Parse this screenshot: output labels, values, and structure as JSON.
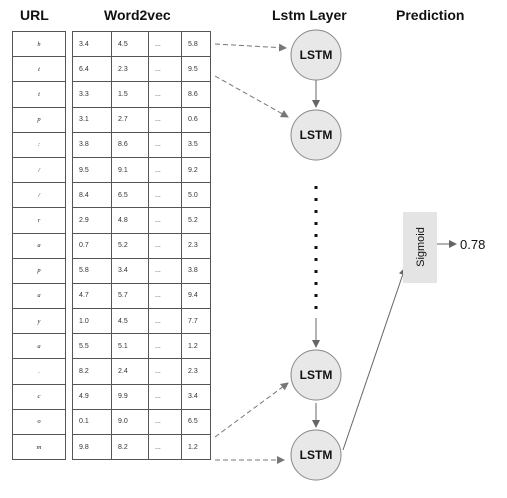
{
  "headers": {
    "url": "URL",
    "word2vec": "Word2vec",
    "lstm": "Lstm Layer",
    "prediction": "Prediction"
  },
  "url_chars": [
    "h",
    "t",
    "t",
    "p",
    ":",
    "/",
    "/",
    "r",
    "a",
    "p",
    "a",
    "y",
    "a",
    ".",
    "c",
    "o",
    "m"
  ],
  "vectors": [
    [
      "3.4",
      "4.5",
      "...",
      "5.8"
    ],
    [
      "6.4",
      "2.3",
      "...",
      "9.5"
    ],
    [
      "3.3",
      "1.5",
      "...",
      "8.6"
    ],
    [
      "3.1",
      "2.7",
      "...",
      "0.6"
    ],
    [
      "3.8",
      "8.6",
      "...",
      "3.5"
    ],
    [
      "9.5",
      "9.1",
      "...",
      "9.2"
    ],
    [
      "8.4",
      "6.5",
      "...",
      "5.0"
    ],
    [
      "2.9",
      "4.8",
      "...",
      "5.2"
    ],
    [
      "0.7",
      "5.2",
      "...",
      "2.3"
    ],
    [
      "5.8",
      "3.4",
      "...",
      "3.8"
    ],
    [
      "4.7",
      "5.7",
      "...",
      "9.4"
    ],
    [
      "1.0",
      "4.5",
      "...",
      "7.7"
    ],
    [
      "5.5",
      "5.1",
      "...",
      "1.2"
    ],
    [
      "8.2",
      "2.4",
      "...",
      "2.3"
    ],
    [
      "4.9",
      "9.9",
      "...",
      "3.4"
    ],
    [
      "0.1",
      "9.0",
      "...",
      "6.5"
    ],
    [
      "9.8",
      "8.2",
      "...",
      "1.2"
    ]
  ],
  "lstm_nodes": [
    {
      "id": "lstm-1",
      "label": "LSTM"
    },
    {
      "id": "lstm-2",
      "label": "LSTM"
    },
    {
      "id": "lstm-3",
      "label": "LSTM"
    },
    {
      "id": "lstm-4",
      "label": "LSTM"
    }
  ],
  "sigmoid": {
    "label": "Sigmoid"
  },
  "output": {
    "value": "0.78"
  },
  "colors": {
    "node_fill": "#e8e8e8",
    "node_stroke": "#888888",
    "sigmoid_fill": "#e4e4e4",
    "arrow": "#666666",
    "dashed_arrow": "#777777"
  }
}
